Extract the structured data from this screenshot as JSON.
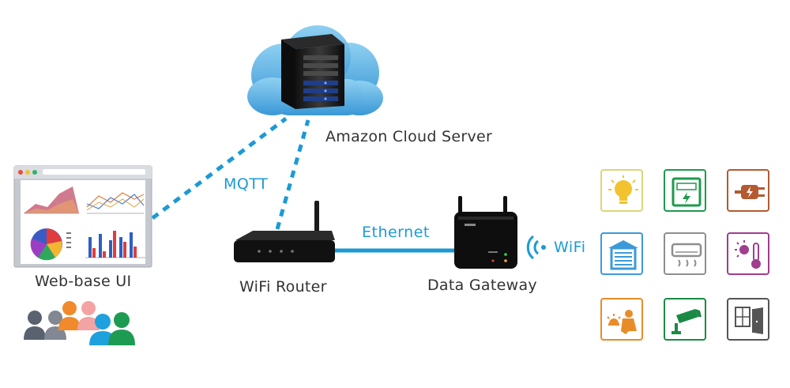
{
  "labels": {
    "cloud_server": "Amazon Cloud Server",
    "mqtt": "MQTT",
    "web_ui": "Web-base UI",
    "router": "WiFi Router",
    "ethernet": "Ethernet",
    "gateway": "Data Gateway",
    "wifi": "WiFi"
  },
  "colors": {
    "link_blue": "#1b9ad6",
    "cloud_blue": "#4aa8e0",
    "label_gray": "#333333",
    "tile_yellow": "#d9d77a",
    "tile_green": "#1d9a4d",
    "tile_brown": "#b45a30",
    "tile_blue": "#3d9ad8",
    "tile_gray": "#8e8e8e",
    "tile_purple": "#a03d8e",
    "tile_orange": "#e88c2a",
    "tile_darkgreen": "#1b8a45",
    "tile_darkgray": "#555555"
  },
  "device_tiles": [
    {
      "name": "light-bulb-icon",
      "color": "#d9d77a"
    },
    {
      "name": "power-meter-icon",
      "color": "#1d9a4d"
    },
    {
      "name": "power-plug-icon",
      "color": "#b45a30"
    },
    {
      "name": "garage-door-icon",
      "color": "#3d9ad8"
    },
    {
      "name": "air-conditioner-icon",
      "color": "#8e8e8e"
    },
    {
      "name": "thermometer-icon",
      "color": "#a03d8e"
    },
    {
      "name": "alarm-intruder-icon",
      "color": "#e88c2a"
    },
    {
      "name": "security-camera-icon",
      "color": "#1b8a45"
    },
    {
      "name": "window-door-icon",
      "color": "#555555"
    }
  ]
}
